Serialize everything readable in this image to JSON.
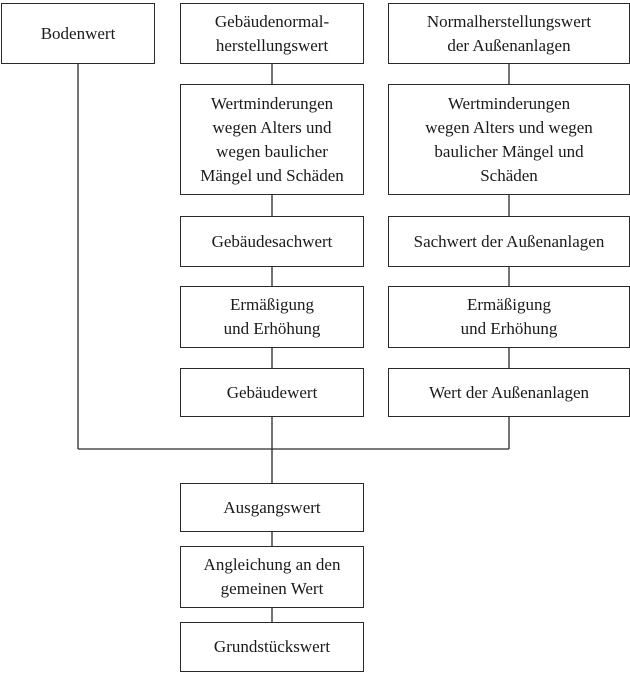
{
  "diagram": {
    "nodes": {
      "bodenwert": "Bodenwert",
      "gebaeudenormalherstellungswert": "Gebäudenormal-\nherstellungswert",
      "normalherstellungswert_aussenanlagen": "Normalherstellungswert\nder Außenanlagen",
      "wertminderungen_gebaeude": "Wertminderungen\nwegen Alters und\nwegen baulicher\nMängel und Schäden",
      "wertminderungen_aussenanlagen": "Wertminderungen\nwegen Alters und wegen\nbaulicher Mängel und\nSchäden",
      "gebaeudesachwert": "Gebäudesachwert",
      "sachwert_aussenanlagen": "Sachwert der Außenanlagen",
      "ermaessigung_gebaeude": "Ermäßigung\nund Erhöhung",
      "ermaessigung_aussenanlagen": "Ermäßigung\nund Erhöhung",
      "gebaeudewert": "Gebäudewert",
      "wert_aussenanlagen": "Wert der Außenanlagen",
      "ausgangswert": "Ausgangswert",
      "angleichung": "Angleichung an den\ngemeinen Wert",
      "grundstueckswert": "Grundstückswert"
    },
    "colors": {
      "border": "#2a2a2a",
      "text": "#1a1a1a",
      "background": "#ffffff"
    }
  }
}
